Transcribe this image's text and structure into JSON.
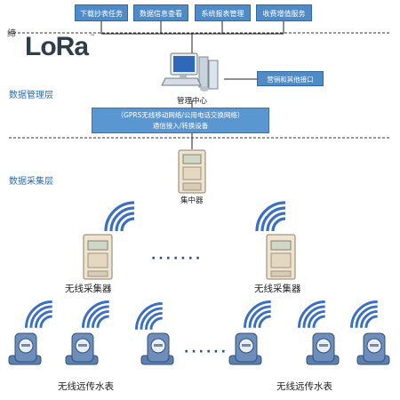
{
  "top_buttons": [
    {
      "label": "下载抄表任务"
    },
    {
      "label": "数据信息查看"
    },
    {
      "label": "系统报表管理"
    },
    {
      "label": "收费增值服务"
    }
  ],
  "left_glyph": "缔",
  "logo": {
    "text": "LoRa",
    "tm": "™"
  },
  "layers": {
    "management": "数据管理层",
    "collection": "数据采集层"
  },
  "center": {
    "label": "管理中心"
  },
  "side_box": {
    "label": "营销和其他接口"
  },
  "network_box": {
    "line1": "（GPRS无线移动网络/公用电话交换网络）",
    "line2": "通信接入/转换设备"
  },
  "concentrator": {
    "label": "集中器"
  },
  "collectors": {
    "left_label": "无线采集器",
    "right_label": "无线采集器",
    "ellipsis": "·······"
  },
  "meters": {
    "left_label": "无线远传水表",
    "right_label": "无线远传水表",
    "ellipsis": "······"
  },
  "colors": {
    "box_fill": "#4f8cc7",
    "layer_text": "#2a6aa8",
    "wave": "#3a6fc4"
  }
}
